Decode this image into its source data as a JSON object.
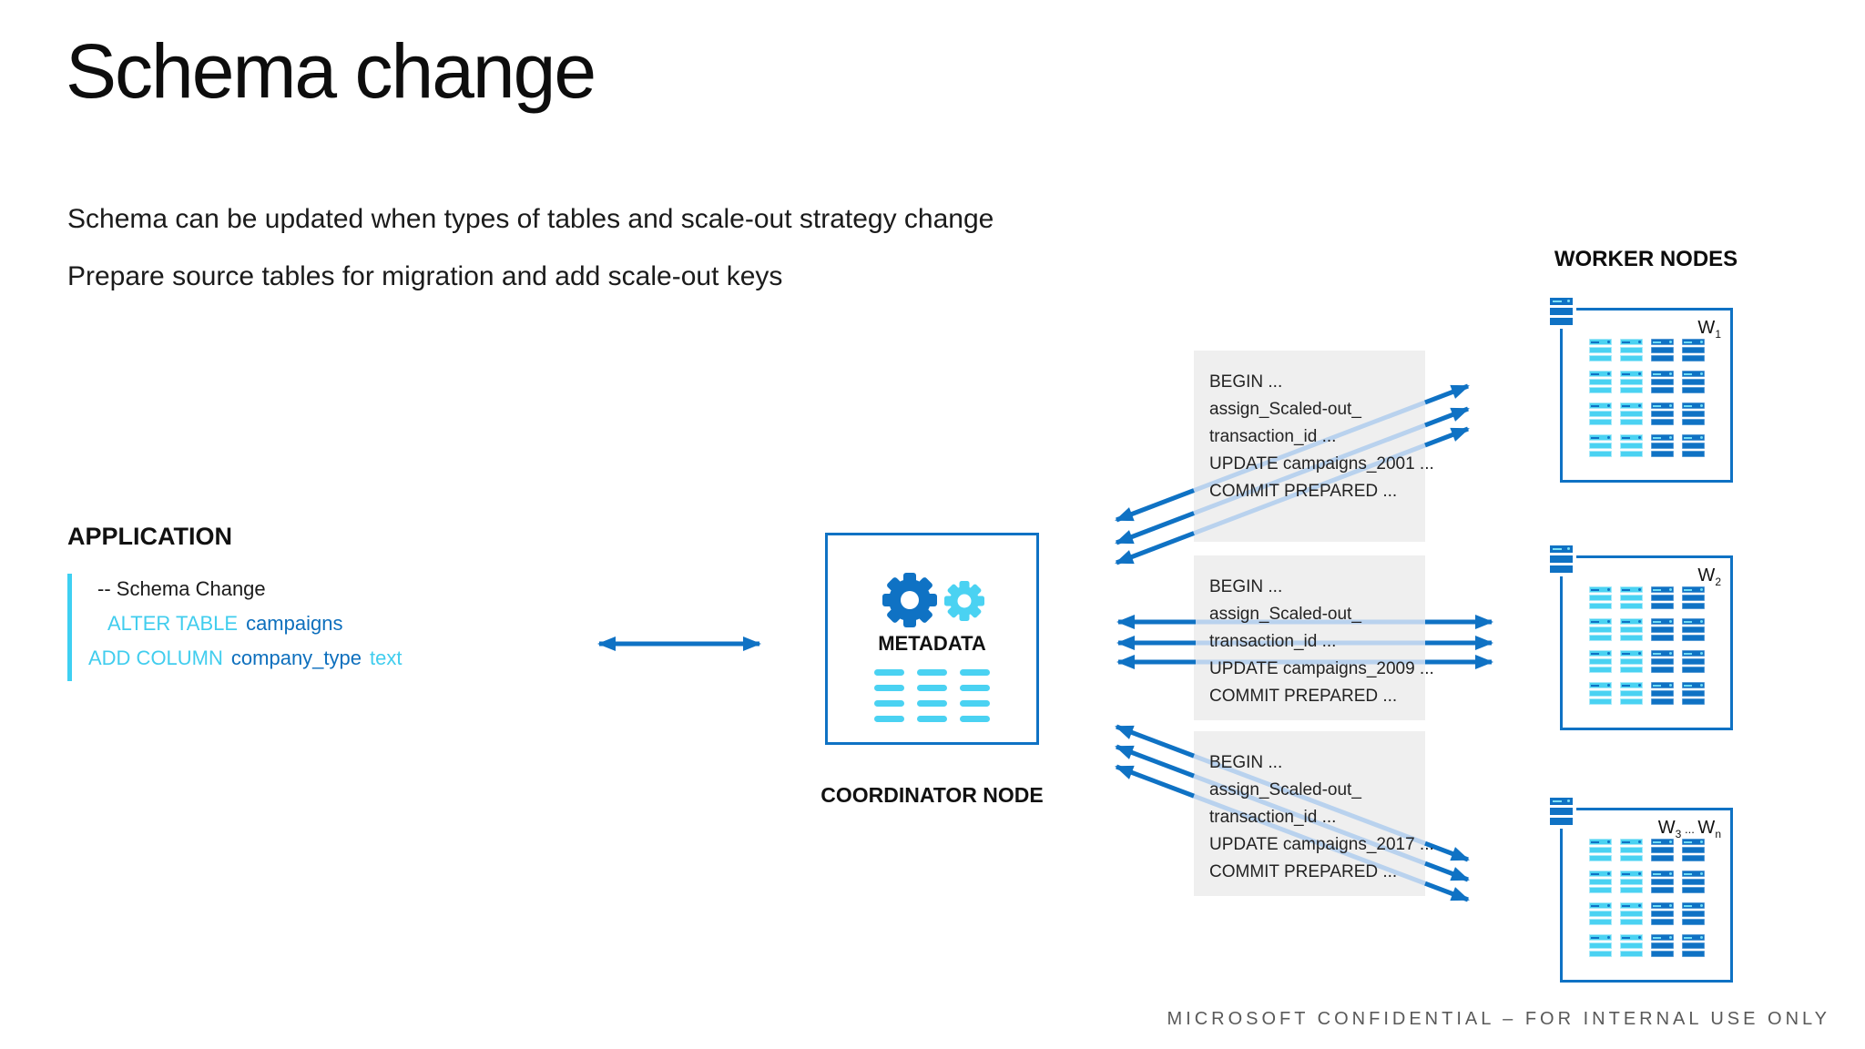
{
  "slide": {
    "title": "Schema change",
    "subtitle1": "Schema can be updated when types of tables and scale-out strategy change",
    "subtitle2": "Prepare source tables for migration and add scale-out keys",
    "footer": "MICROSOFT CONFIDENTIAL – FOR INTERNAL USE ONLY"
  },
  "application": {
    "heading": "APPLICATION",
    "code": {
      "comment": "-- Schema Change",
      "alter_kw": "ALTER TABLE",
      "alter_arg": "campaigns",
      "add_kw": "ADD COLUMN",
      "add_arg": "company_type",
      "add_type": "text"
    }
  },
  "coordinator": {
    "metadata_label": "METADATA",
    "label": "COORDINATOR NODE",
    "bars_grid": {
      "rows": 4,
      "cols": 3
    }
  },
  "workers": {
    "heading": "WORKER NODES",
    "grid": {
      "rows": 4,
      "cols": 4,
      "cyan_cols": 2
    },
    "nodes": [
      {
        "w": "W",
        "s": "1"
      },
      {
        "w": "W",
        "s": "2"
      },
      {
        "w": "W",
        "s": "3",
        "mid": " ... ",
        "w2": "W",
        "s2": "n"
      }
    ]
  },
  "sql_boxes": [
    {
      "lines": [
        "BEGIN ...",
        "assign_Scaled-out_",
        "transaction_id ...",
        "UPDATE campaigns_2001 ...",
        "COMMIT PREPARED ..."
      ]
    },
    {
      "lines": [
        "BEGIN ...",
        "assign_Scaled-out_",
        "transaction_id ...",
        "UPDATE campaigns_2009 ...",
        "COMMIT PREPARED ..."
      ]
    },
    {
      "lines": [
        "BEGIN ...",
        "assign_Scaled-out_",
        "transaction_id ...",
        "UPDATE campaigns_2017 ...",
        "COMMIT PREPARED ..."
      ]
    }
  ],
  "icons": {
    "gear_large": "gear-icon",
    "gear_small": "gear-icon",
    "metadata_rows": "table-rows-icon",
    "worker_corner": "stacked-bars-icon",
    "worker_cell": "table-shard-icon",
    "arrows": "double-arrow"
  },
  "palette": {
    "blue": "#0f72c4",
    "cyan": "#4ad2f2",
    "arrow_light": "#b9d2ee",
    "panel_gray": "#efefef",
    "footer_gray": "#595959"
  }
}
